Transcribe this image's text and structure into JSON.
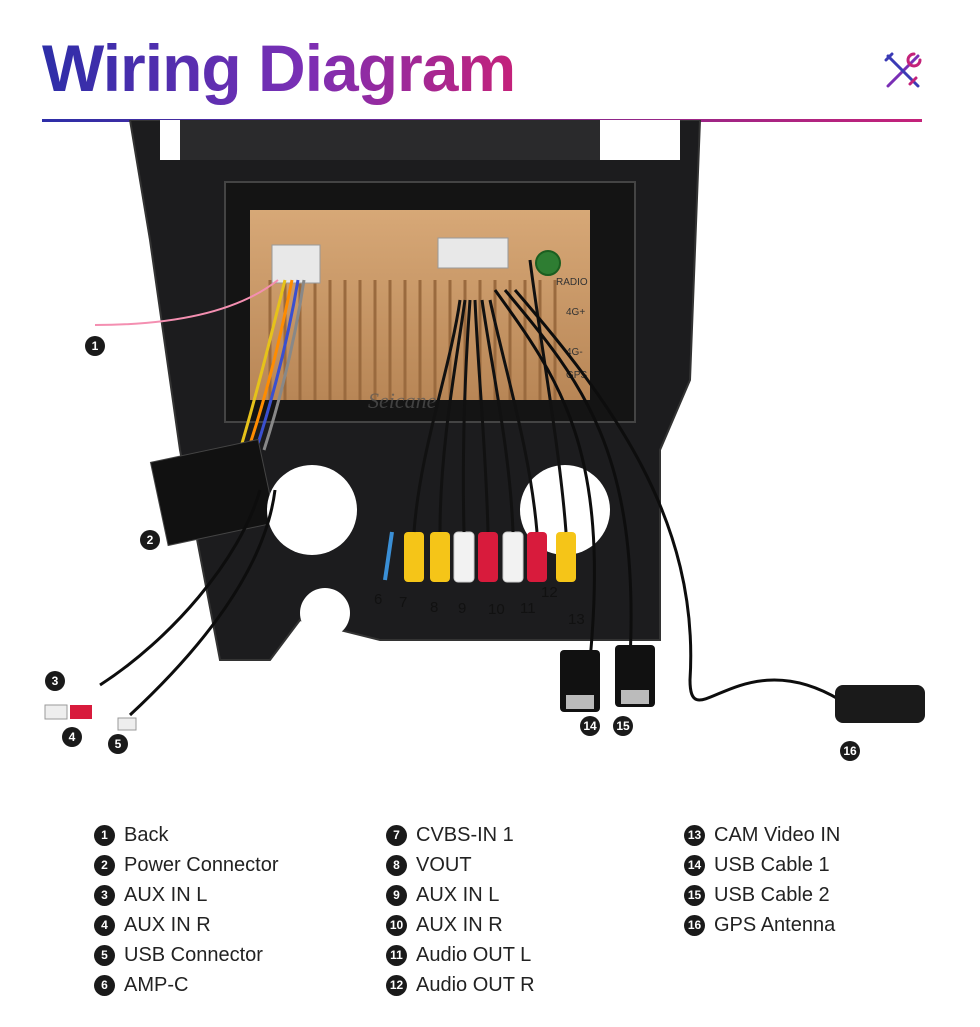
{
  "header": {
    "title": "Wiring Diagram",
    "icon": "tools-icon",
    "accent_colors": [
      "#2d2ea8",
      "#c4227a"
    ]
  },
  "diagram": {
    "watermark": "Seicane",
    "panel_labels": [
      "RADIO",
      "4G+",
      "4G-",
      "GPS"
    ],
    "callouts": [
      "1",
      "2",
      "3",
      "4",
      "5",
      "14",
      "15",
      "16"
    ],
    "connector_numbers": [
      "6",
      "7",
      "8",
      "9",
      "10",
      "11",
      "12",
      "13"
    ]
  },
  "legend": {
    "col1": [
      {
        "num": "1",
        "label": "Back"
      },
      {
        "num": "2",
        "label": "Power Connector"
      },
      {
        "num": "3",
        "label": "AUX IN L"
      },
      {
        "num": "4",
        "label": "AUX IN R"
      },
      {
        "num": "5",
        "label": "USB Connector"
      },
      {
        "num": "6",
        "label": "AMP-C"
      }
    ],
    "col2": [
      {
        "num": "7",
        "label": "CVBS-IN 1"
      },
      {
        "num": "8",
        "label": "VOUT"
      },
      {
        "num": "9",
        "label": "AUX IN L"
      },
      {
        "num": "10",
        "label": "AUX IN R"
      },
      {
        "num": "11",
        "label": "Audio OUT L"
      },
      {
        "num": "12",
        "label": "Audio OUT R"
      }
    ],
    "col3": [
      {
        "num": "13",
        "label": "CAM Video IN"
      },
      {
        "num": "14",
        "label": "USB Cable 1"
      },
      {
        "num": "15",
        "label": "USB Cable 2"
      },
      {
        "num": "16",
        "label": "GPS Antenna"
      }
    ]
  }
}
